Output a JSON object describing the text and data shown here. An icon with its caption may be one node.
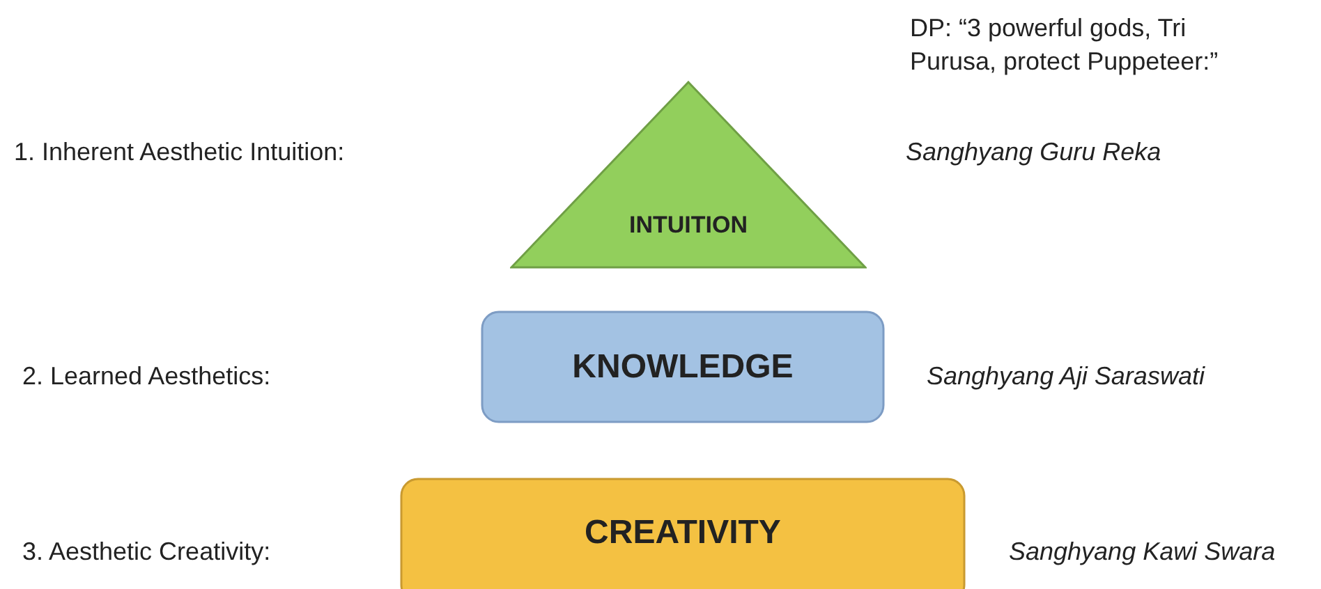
{
  "diagram": {
    "nodes": [
      {
        "text": [
          "INTUITION"
        ]
      },
      {
        "text": [
          "KNOWLEDGE"
        ]
      },
      {
        "text": [
          "CREATIVITY"
        ]
      }
    ],
    "labels": [
      "DP: “3 powerful gods, Tri Purusa, protect Puppeteer:”",
      "1. Inherent Aesthetic Intuition:",
      "Sanghyang Guru Reka",
      "2. Learned Aesthetics:",
      "Sanghyang Aji Saraswati",
      "3. Aesthetic Creativity:",
      "Sanghyang Kawi Swara"
    ]
  }
}
